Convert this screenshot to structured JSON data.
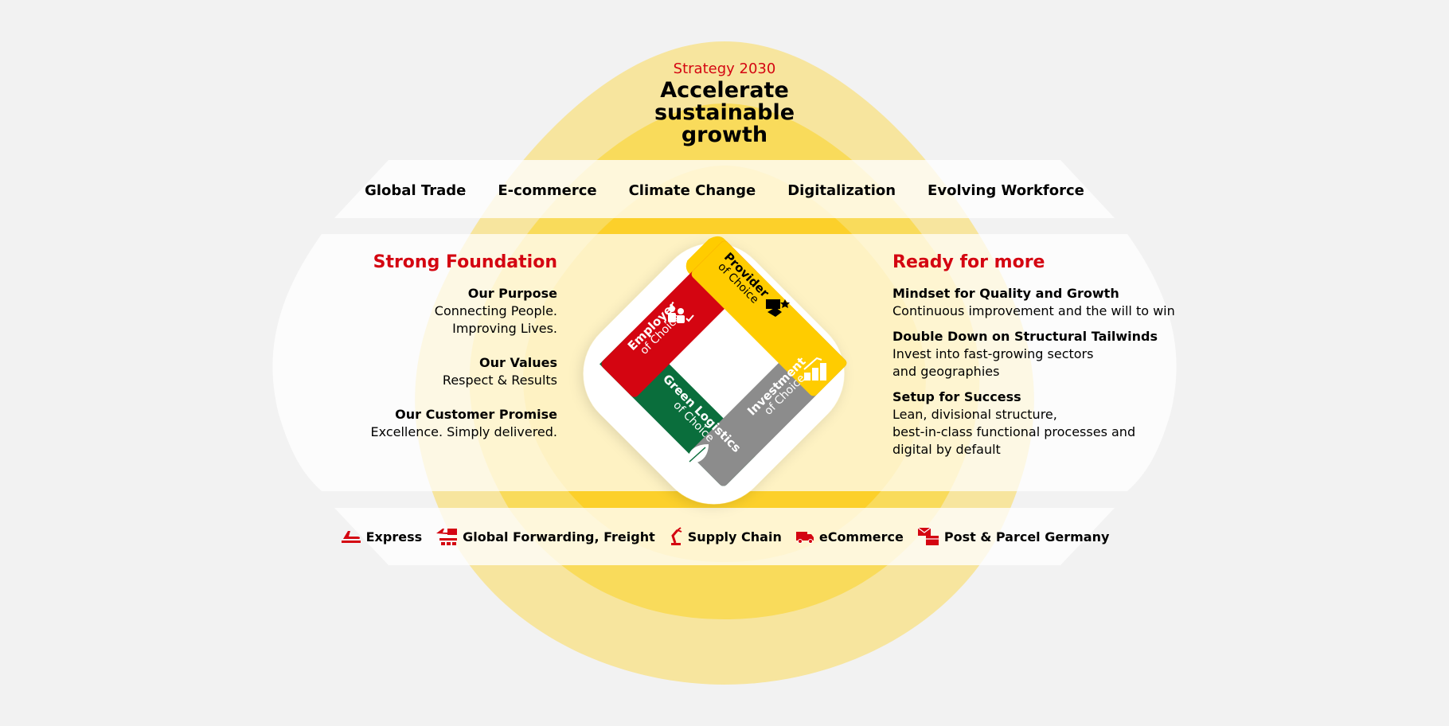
{
  "header": {
    "strategy": "Strategy 2030",
    "headline_lines": [
      "Accelerate",
      "sustainable",
      "growth"
    ]
  },
  "trends": [
    "Global Trade",
    "E-commerce",
    "Climate Change",
    "Digitalization",
    "Evolving Workforce"
  ],
  "left": {
    "heading": "Strong Foundation",
    "items": [
      {
        "title": "Our Purpose",
        "text": "Connecting People.\nImproving Lives."
      },
      {
        "title": "Our Values",
        "text": "Respect & Results"
      },
      {
        "title": "Our Customer Promise",
        "text": "Excellence. Simply delivered."
      }
    ]
  },
  "right": {
    "heading": "Ready for more",
    "items": [
      {
        "title": "Mindset for Quality and Growth",
        "text": "Continuous improvement and the will to win"
      },
      {
        "title": "Double Down on Structural Tailwinds",
        "text": "Invest into fast-growing sectors\nand geographies"
      },
      {
        "title": "Setup for Success",
        "text": "Lean, divisional structure,\nbest-in-class functional processes and\ndigital by default"
      }
    ]
  },
  "quadrants": {
    "provider": {
      "big": "Provider",
      "small": "of Choice"
    },
    "employer": {
      "big": "Employer",
      "small": "of Choice"
    },
    "investment": {
      "big": "Investment",
      "small": "of Choice"
    },
    "green": {
      "big": "Green Logistics",
      "small": "of Choice"
    }
  },
  "divisions": [
    {
      "label": "Express",
      "icon": "plane-icon"
    },
    {
      "label": "Global Forwarding, Freight",
      "icon": "forwarding-icon"
    },
    {
      "label": "Supply Chain",
      "icon": "robot-arm-icon"
    },
    {
      "label": "eCommerce",
      "icon": "van-icon"
    },
    {
      "label": "Post & Parcel Germany",
      "icon": "mail-parcel-icon"
    }
  ],
  "colors": {
    "dhl_red": "#d40511",
    "dhl_yellow": "#ffcc00",
    "green": "#0a6e3c",
    "grey": "#8c8c8c",
    "background": "#f2f2f2"
  }
}
